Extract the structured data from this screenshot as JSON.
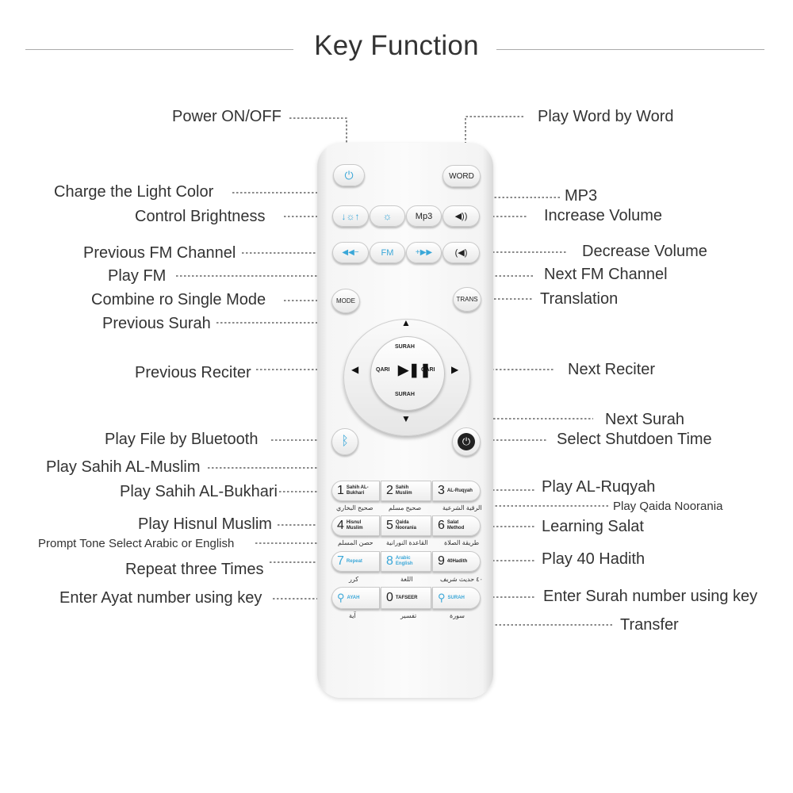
{
  "title": "Key Function",
  "labels": {
    "power": "Power ON/OFF",
    "charge_light": "Charge the Light Color",
    "control_brightness": "Control Brightness",
    "prev_fm": "Previous FM Channel",
    "play_fm": "Play FM",
    "combine_mode": "Combine ro Single Mode",
    "prev_surah": "Previous Surah",
    "prev_reciter": "Previous Reciter",
    "bluetooth": "Play File by Bluetooth",
    "sahih_muslim": "Play Sahih AL-Muslim",
    "sahih_bukhari": "Play Sahih AL-Bukhari",
    "hisnul": "Play Hisnul Muslim",
    "prompt_tone": "Prompt Tone Select Arabic or English",
    "repeat": "Repeat three Times",
    "ayat": "Enter Ayat number using key",
    "word": "Play Word by Word",
    "mp3": "MP3",
    "inc_vol": "Increase Volume",
    "dec_vol": "Decrease Volume",
    "next_fm": "Next FM Channel",
    "translation": "Translation",
    "next_reciter": "Next Reciter",
    "next_surah": "Next Surah",
    "shutdown": "Select Shutdoen Time",
    "ruqyah": "Play AL-Ruqyah",
    "qaida": "Play Qaida Noorania",
    "salat": "Learning Salat",
    "hadith": "Play 40 Hadith",
    "surah_num": "Enter Surah number using key",
    "transfer": "Transfer"
  },
  "remote": {
    "word_btn": "WORD",
    "mp3_btn": "Mp3",
    "fm_btn": "FM",
    "prev_fm_btn": "◀◀−",
    "next_fm_btn": "+▶▶",
    "mode_btn": "MODE",
    "trans_btn": "TRANS",
    "surah_top": "SURAH",
    "surah_bottom": "SURAH",
    "qari_left": "QARI",
    "qari_right": "QARI",
    "k1": "1",
    "k1s": "Sahih AL-Bukhari",
    "k2": "2",
    "k2s": "Sahih Muslim",
    "k3": "3",
    "k3s": "AL-Ruqyah",
    "k4": "4",
    "k4s": "Hisnul Muslim",
    "k5": "5",
    "k5s": "Qaida Noorania",
    "k6": "6",
    "k6s": "Salat Method",
    "k7": "7",
    "k7s": "Repeat",
    "k8": "8",
    "k8s": "Arabic English",
    "k9": "9",
    "k9s": "40Hadith",
    "k0": "0",
    "k0s": "TAFSEER",
    "ayah_btn": "AYAH",
    "surah_btn": "SURAH",
    "ar1": "صحيح البخاري",
    "ar2": "صحيح مسلم",
    "ar3": "الرقية الشرعية",
    "ar4": "حصن المسلم",
    "ar5": "القاعدة النورانية",
    "ar6": "طريقة الصلاة",
    "ar7": "كرر",
    "ar8": "اللغة",
    "ar9": "٤٠ حديث شريف",
    "ar10": "آية",
    "ar11": "تفسير",
    "ar12": "سورة"
  },
  "colors": {
    "accent": "#3aa7d8",
    "lines": "#444444"
  }
}
